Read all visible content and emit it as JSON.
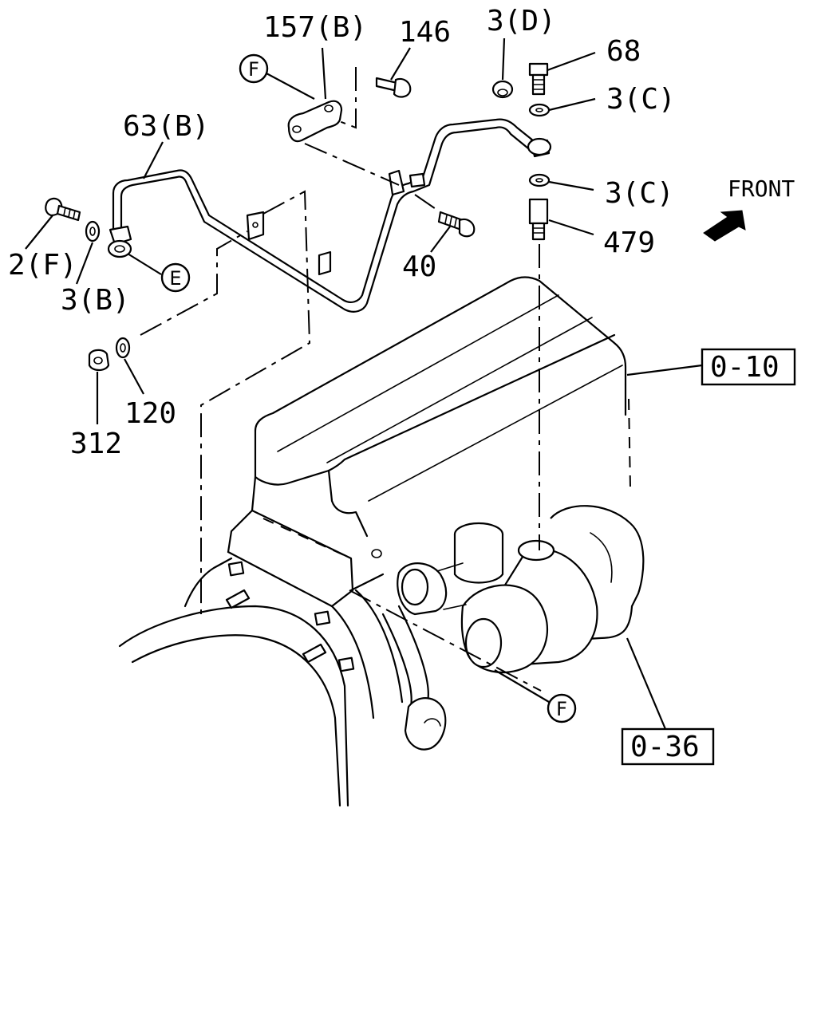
{
  "callouts": {
    "p157b": "157(B)",
    "p146": "146",
    "p3d": "3(D)",
    "p68": "68",
    "p3c_upper": "3(C)",
    "p63b": "63(B)",
    "p3c_lower": "3(C)",
    "p2f": "2(F)",
    "p40": "40",
    "p479": "479",
    "p3b": "3(B)",
    "p120": "120",
    "p312": "312"
  },
  "circle_tags": {
    "f_top": "F",
    "e": "E",
    "f_bottom": "F"
  },
  "ref_boxes": {
    "r010": "0-10",
    "r036": "0-36"
  },
  "direction": {
    "label": "FRONT",
    "arrow_icon": "front-arrow-icon"
  }
}
